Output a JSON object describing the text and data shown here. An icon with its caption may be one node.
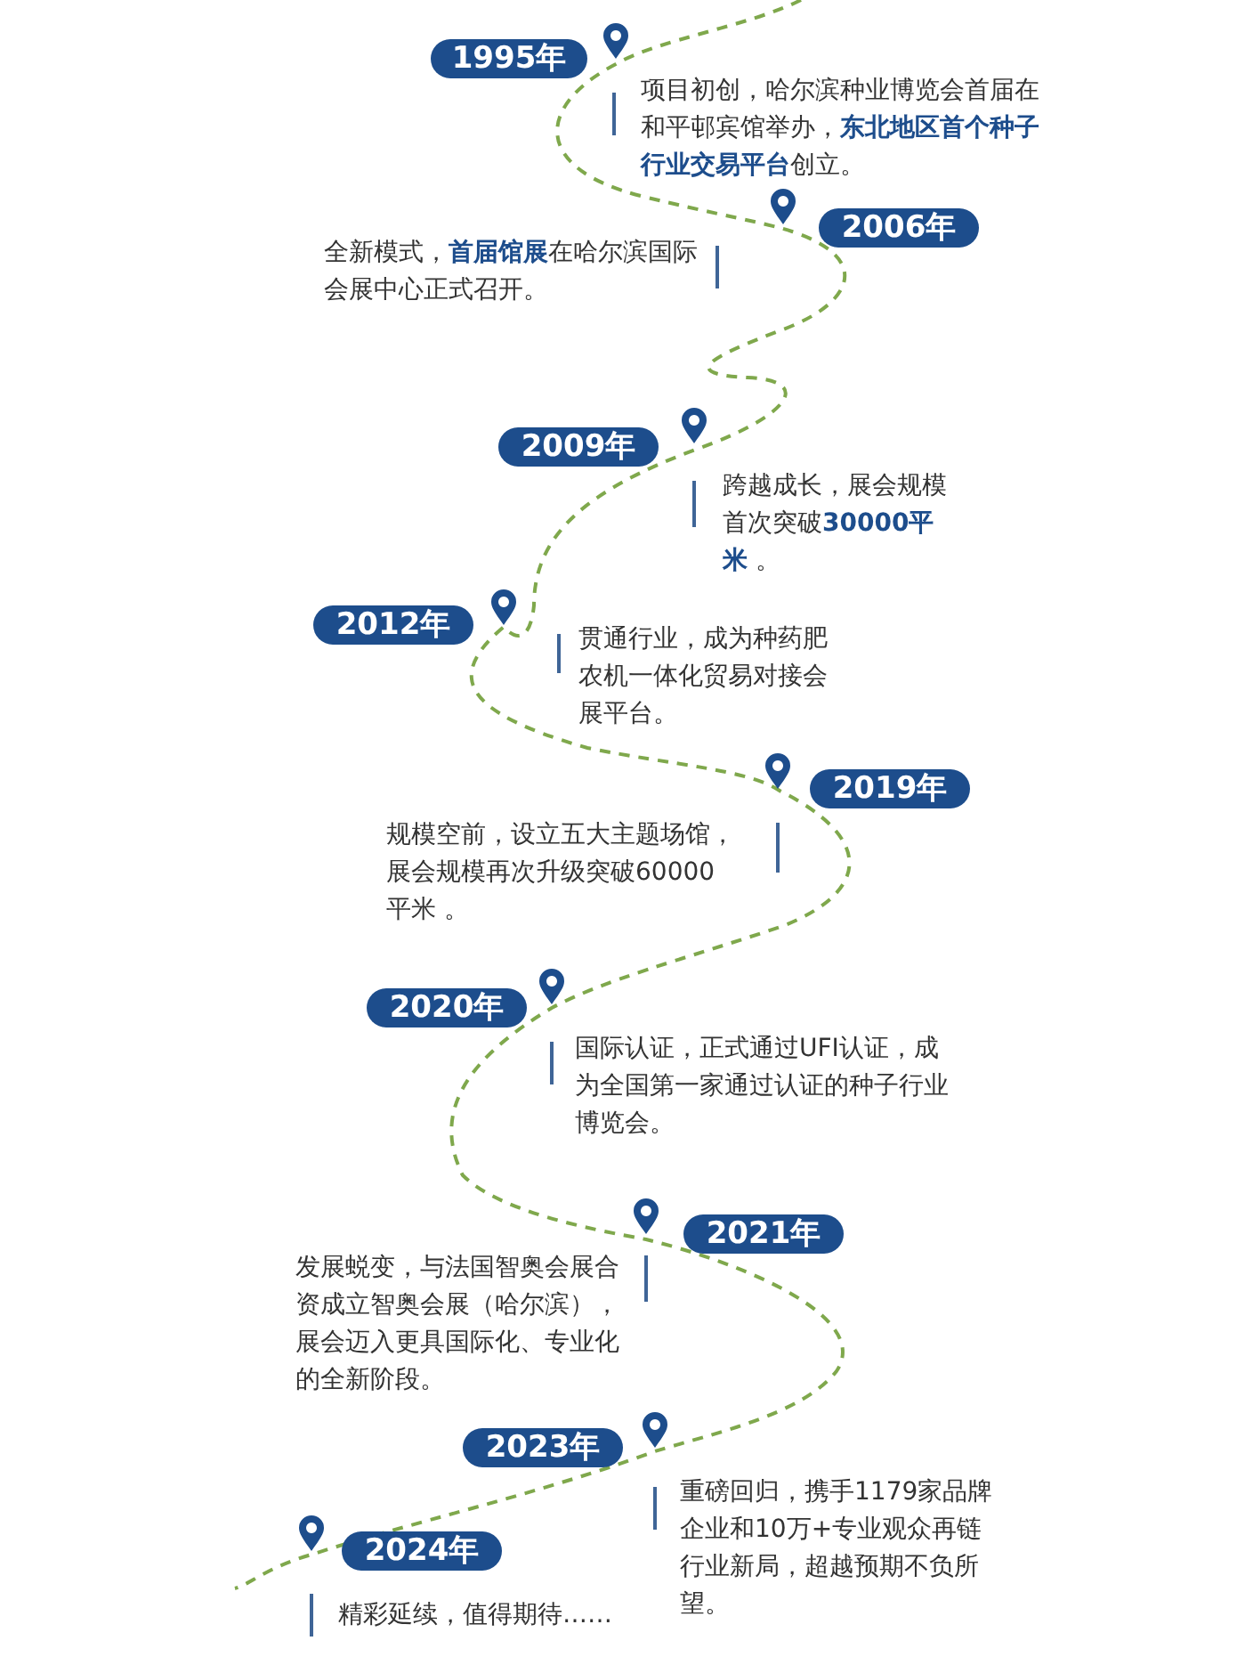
{
  "diagram": {
    "nodes": [
      {
        "text": [
          "1995年"
        ]
      },
      {
        "text": [
          "2006年"
        ]
      },
      {
        "text": [
          "2009年"
        ]
      },
      {
        "text": [
          "2012年"
        ]
      },
      {
        "text": [
          "2019年"
        ]
      },
      {
        "text": [
          "2020年"
        ]
      },
      {
        "text": [
          "2021年"
        ]
      },
      {
        "text": [
          "2023年"
        ]
      },
      {
        "text": [
          "2024年"
        ]
      }
    ],
    "labels": [
      "项目初创，哈尔滨种业博览会首届在和平邨宾馆举办，**东北地区首个种子行业交易平台**创立。",
      "全新模式，**首届馆展**在哈尔滨国际会展中心正式召开。",
      "跨越成长，展会规模首次突破**30000平米** 。",
      "贯通行业，成为种药肥农机一体化贸易对接会展平台。",
      "规模空前，设立五大主题场馆，展会规模再次升级突破60000平米 。",
      "国际认证，正式通过UFI认证，成为全国第一家通过认证的种子行业博览会。",
      "发展蜕变，与法国智奥会展合资成立智奥会展（哈尔滨），展会迈入更具国际化、专业化的全新阶段。",
      "重磅回归，携手1179家品牌企业和10万+专业观众再链行业新局，超越预期不负所望。",
      "精彩延续，值得期待……"
    ]
  }
}
